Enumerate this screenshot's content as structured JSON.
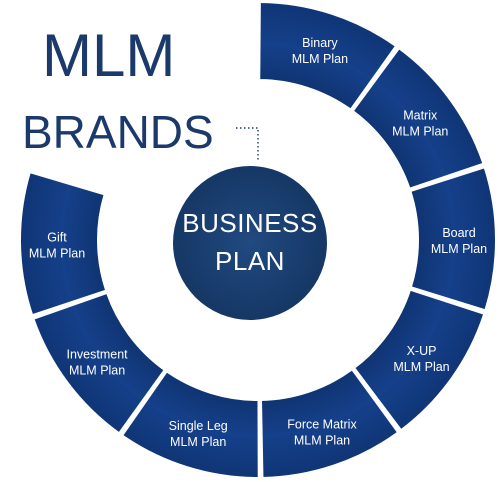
{
  "brand": {
    "line1": "MLM",
    "line2": "BRANDS"
  },
  "center": {
    "line1": "BUSINESS",
    "line2": "PLAN"
  },
  "segments": [
    {
      "line1": "Binary",
      "line2": "MLM Plan"
    },
    {
      "line1": "Matrix",
      "line2": "MLM Plan"
    },
    {
      "line1": "Board",
      "line2": "MLM Plan"
    },
    {
      "line1": "X-UP",
      "line2": "MLM Plan"
    },
    {
      "line1": "Force Matrix",
      "line2": "MLM Plan"
    },
    {
      "line1": "Single Leg",
      "line2": "MLM Plan"
    },
    {
      "line1": "Investment",
      "line2": "MLM Plan"
    },
    {
      "line1": "Gift",
      "line2": "MLM Plan"
    }
  ],
  "colors": {
    "segment": "#0f3470",
    "segment_light": "#1f4a8e",
    "center": "#193e6e",
    "brand": "#1b3a6b"
  }
}
